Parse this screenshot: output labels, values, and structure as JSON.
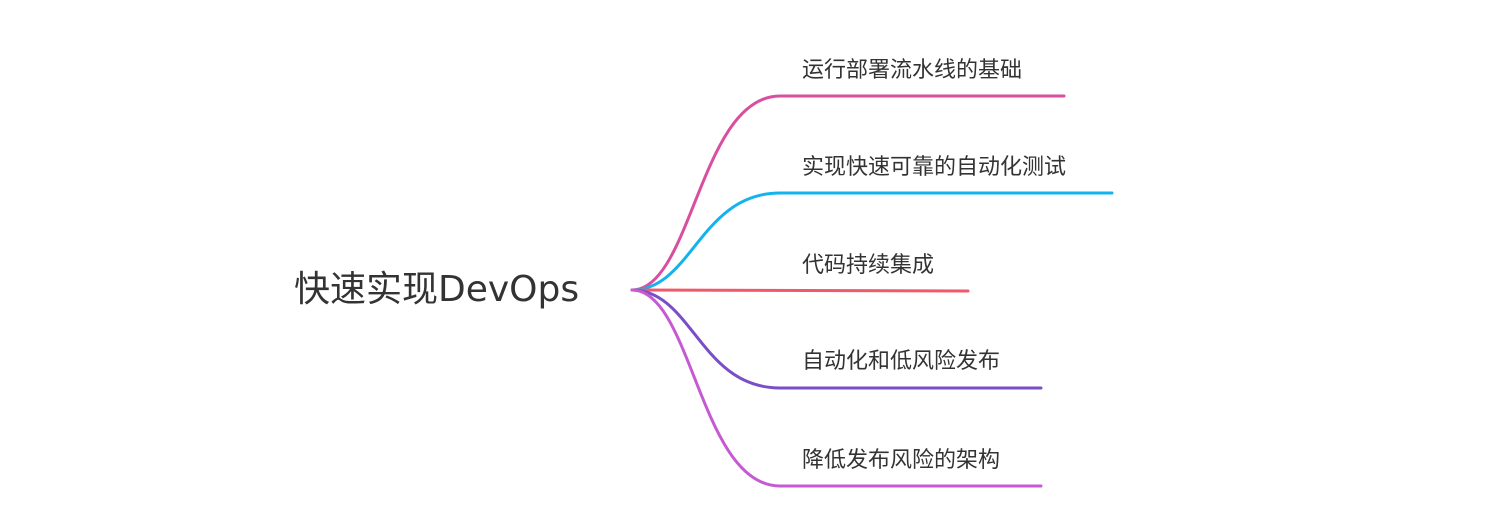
{
  "root": {
    "label": "快速实现DevOps"
  },
  "branches": [
    {
      "label": "运行部署流水线的基础",
      "color": "#d94fa0"
    },
    {
      "label": "实现快速可靠的自动化测试",
      "color": "#12b3ee"
    },
    {
      "label": "代码持续集成",
      "color": "#f0596c"
    },
    {
      "label": "自动化和低风险发布",
      "color": "#7a4ec6"
    },
    {
      "label": "降低发布风险的架构",
      "color": "#c55ad2"
    }
  ]
}
